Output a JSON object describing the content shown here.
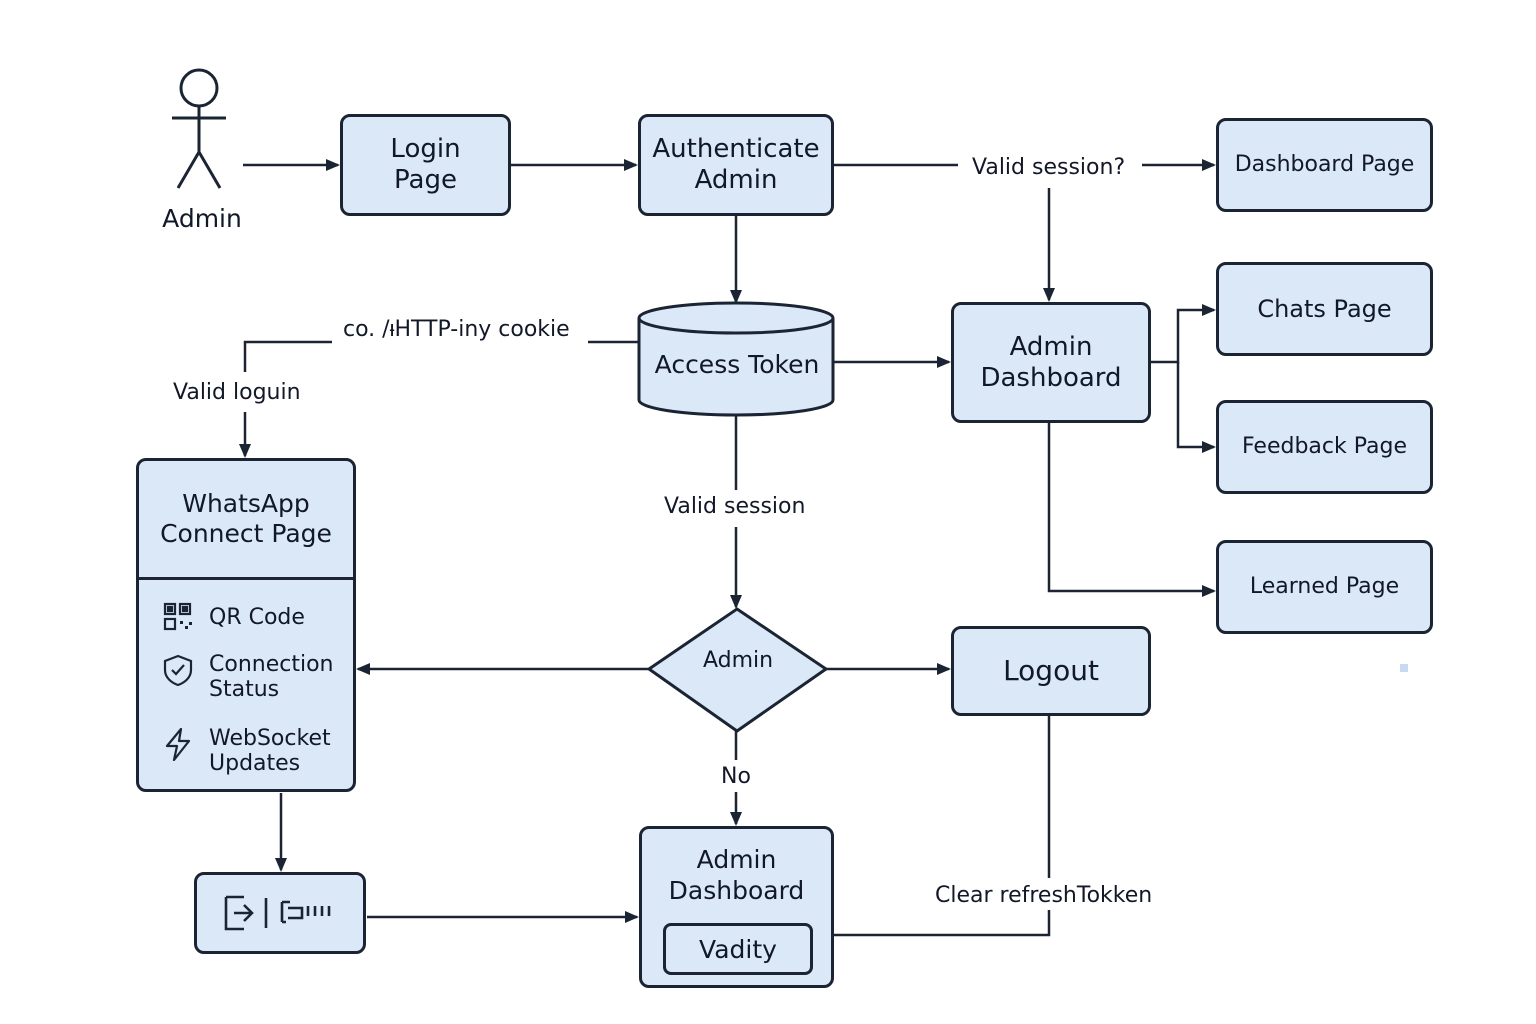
{
  "actor": {
    "label": "Admin"
  },
  "nodes": {
    "login_page": "Login\nPage",
    "authenticate_admin": "Authenticate\nAdmin",
    "dashboard_page": "Dashboard Page",
    "access_token": "Access Token",
    "admin_dashboard_top": "Admin\nDashboard",
    "chats_page": "Chats Page",
    "feedback_page": "Feedback Page",
    "learned_page": "Learned Page",
    "decision": "Admin",
    "logout": "Logout",
    "admin_dashboard_bottom": "Admin\nDashboard",
    "vadity": "Vadity"
  },
  "whatsapp": {
    "title": "WhatsApp\nConnect Page",
    "items": [
      {
        "icon": "qr-code-icon",
        "label": "QR Code"
      },
      {
        "icon": "shield-check-icon",
        "label": "Connection\nStatus"
      },
      {
        "icon": "lightning-icon",
        "label": "WebSocket\nUpdates"
      }
    ]
  },
  "edge_labels": {
    "valid_session_q": "Valid session?",
    "cookie": "co. /ᵼHTTP-iny cookie",
    "valid_login": "Valid loguin",
    "valid_session": "Valid session",
    "no": "No",
    "clear_refresh": "Clear refreshTokken"
  },
  "icon_box": {
    "icons": [
      "login-arrow-icon",
      "barcode-icon"
    ]
  },
  "colors": {
    "node_fill": "#dbe8f7",
    "stroke": "#1b2433",
    "text": "#111827"
  }
}
